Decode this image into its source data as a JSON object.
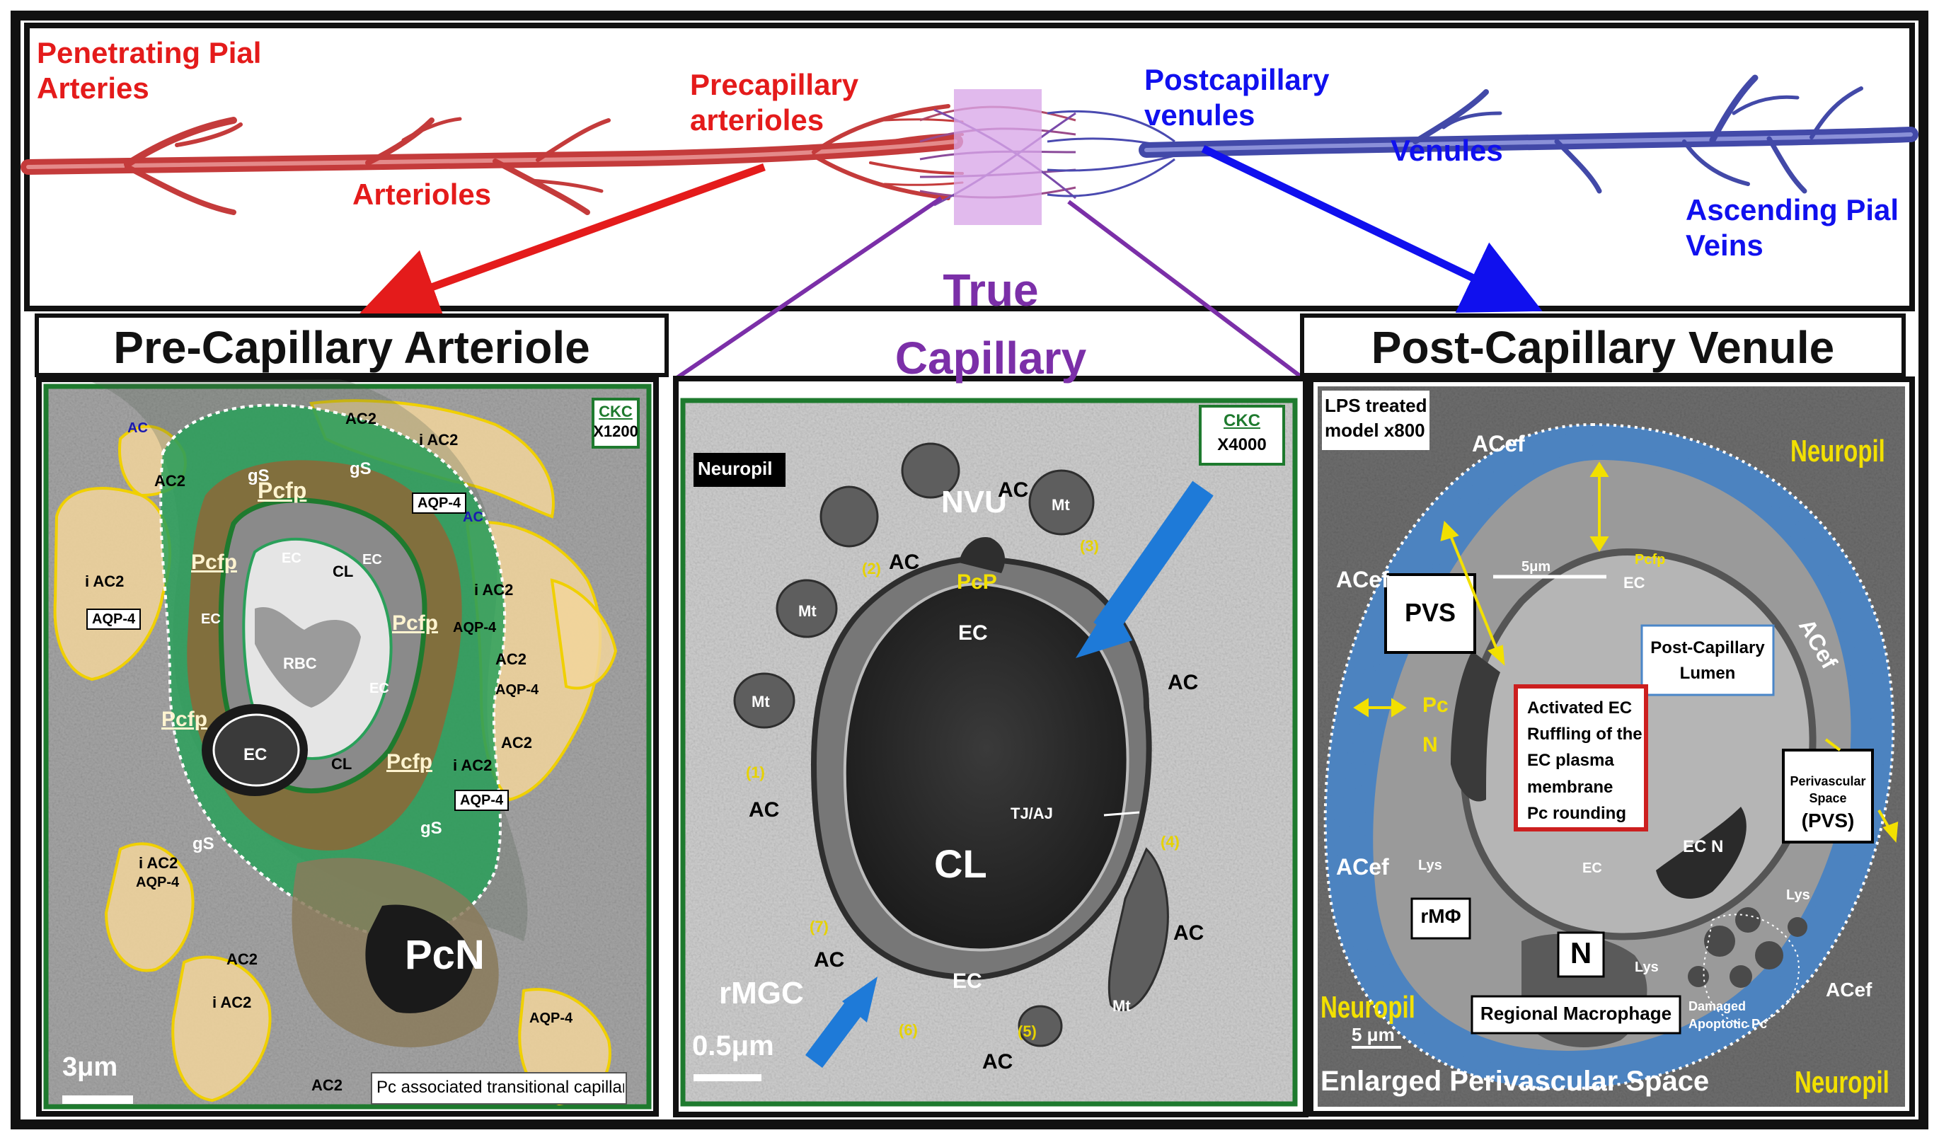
{
  "colors": {
    "arterial": "#cc1f1f",
    "venous": "#1a1ae6",
    "capillary": "#7b2fa8",
    "highlight": "#d9a7e8",
    "astro": "#f2d59b",
    "glia": "#1f9a55",
    "pvs_blue": "#4a86c8",
    "em_dark": "#3a3a3a",
    "em_light": "#c9c9c9"
  },
  "top": {
    "penetrating_line1": "Penetrating Pial",
    "penetrating_line2": "Arteries",
    "arterioles": "Arterioles",
    "precapillary_line1": "Precapillary",
    "precapillary_line2": "arterioles",
    "postcapillary_line1": "Postcapillary",
    "postcapillary_line2": "venules",
    "venules": "Venules",
    "ascending_line1": "Ascending Pial",
    "ascending_line2": "Veins",
    "true_line1": "True",
    "true_line2": "Capillary"
  },
  "panels": {
    "left_title": "Pre-Capillary Arteriole",
    "right_title": "Post-Capillary Venule"
  },
  "left_panel": {
    "ckc": "CKC",
    "mag": "X1200",
    "scale": "3μm",
    "caption": "Pc associated transitional capillary g",
    "labels": {
      "ac2_a": "AC2",
      "ac2_b": "AC2",
      "ac2_c": "i AC2",
      "ac2_d": "i AC2",
      "ac2_e": "i AC2",
      "ac2_f": "AC2",
      "ac2_g": "AC2",
      "ac2_h": "i AC2",
      "ac2_i": "AC2",
      "ac2_j": "i AC2",
      "ac2_k": "i AC2",
      "ac2_l": "AC2",
      "aqp_a": "AQP-4",
      "aqp_b": "AQP-4",
      "aqp_c": "AQP-4",
      "aqp_d": "AQP-4",
      "aqp_e": "AQP-4",
      "aqp_f": "AQP-4",
      "aqp_g": "AQP-4",
      "gs_a": "gS",
      "gs_b": "gS",
      "gs_c": "gS",
      "gs_d": "gS",
      "pcfp_a": "Pcfp",
      "pcfp_b": "Pcfp",
      "pcfp_c": "Pcfp",
      "pcfp_d": "Pcfp",
      "pcfp_e": "Pcfp",
      "ec_a": "EC",
      "ec_b": "EC",
      "ec_c": "EC",
      "ec_d": "EC",
      "ec_e": "EC",
      "cl_a": "CL",
      "cl_b": "CL",
      "rbc": "RBC",
      "pcn": "PcN",
      "ac_a": "AC",
      "ac_b": "AC"
    }
  },
  "middle_panel": {
    "ckc": "CKC",
    "mag": "X4000",
    "neuropil": "Neuropil",
    "scale": "0.5μm",
    "labels": {
      "nvu": "NVU",
      "ac_top": "AC",
      "mt_a": "Mt",
      "mt_b": "Mt",
      "mt_c": "Mt",
      "mt_d": "Mt",
      "n1": "(1)",
      "n2": "(2)",
      "n3": "(3)",
      "n4": "(4)",
      "n5": "(5)",
      "n6": "(6)",
      "n7": "(7)",
      "ac_a": "AC",
      "ac_b": "AC",
      "ac_c": "AC",
      "ac_d": "AC",
      "ac_e": "AC",
      "ac_f": "AC",
      "pcp": "PcP",
      "ec_top": "EC",
      "ec_bottom": "EC",
      "cl": "CL",
      "tjaj": "TJ/AJ",
      "rmgc": "rMGC"
    }
  },
  "right_panel": {
    "lps_line1": "LPS treated",
    "lps_line2": "model x800",
    "neuropil_a": "Neuropil",
    "neuropil_b": "Neuropil",
    "neuropil_c": "Neuropil",
    "pvs": "PVS",
    "lumen_line1": "Post-Capillary",
    "lumen_line2": "Lumen",
    "activated": [
      "Activated EC",
      "Ruffling of the",
      "EC plasma",
      "membrane",
      "Pc rounding"
    ],
    "perivascular_line1": "Perivascular",
    "perivascular_line2": "Space",
    "perivascular_line3": "(PVS)",
    "rmphi": "rMΦ",
    "n": "N",
    "macrophage": "Regional Macrophage",
    "enlarged": "Enlarged Perivascular Space",
    "scale_a": "5μm",
    "scale_b": "5 μm",
    "labels": {
      "acef_a": "ACef",
      "acef_b": "ACef",
      "acef_c": "ACef",
      "acef_d": "ACef",
      "acef_e": "ACef",
      "pcfp": "Pcfp",
      "ec_a": "EC",
      "ec_b": "EC",
      "ecn": "EC N",
      "pc": "Pc",
      "pc_n": "N",
      "lys_a": "Lys",
      "lys_b": "Lys",
      "lys_c": "Lys",
      "damaged_line1": "Damaged",
      "damaged_line2": "Apoptotic Pc"
    }
  }
}
